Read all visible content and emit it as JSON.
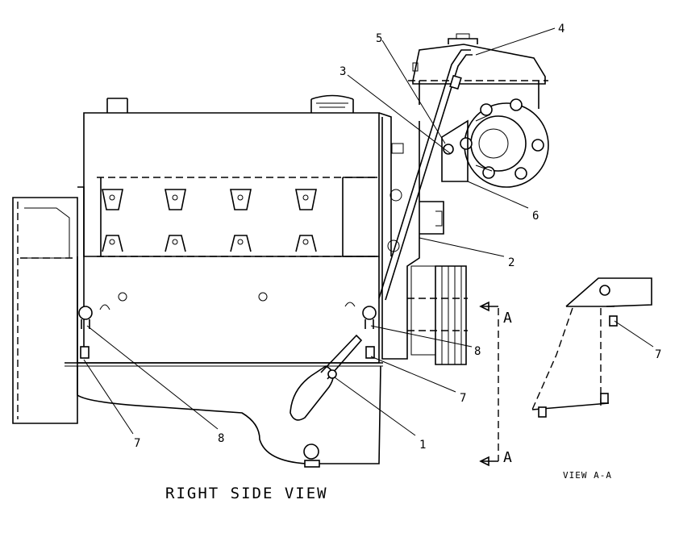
{
  "diagram": {
    "caption": "RIGHT SIDE VIEW",
    "detail_caption": "VIEW A-A",
    "section_letters": [
      "A",
      "A"
    ],
    "callouts": {
      "c1": "1",
      "c2": "2",
      "c3": "3",
      "c4": "4",
      "c5": "5",
      "c6": "6",
      "c7a": "7",
      "c7b": "7",
      "c7c": "7",
      "c8a": "8",
      "c8b": "8"
    }
  }
}
